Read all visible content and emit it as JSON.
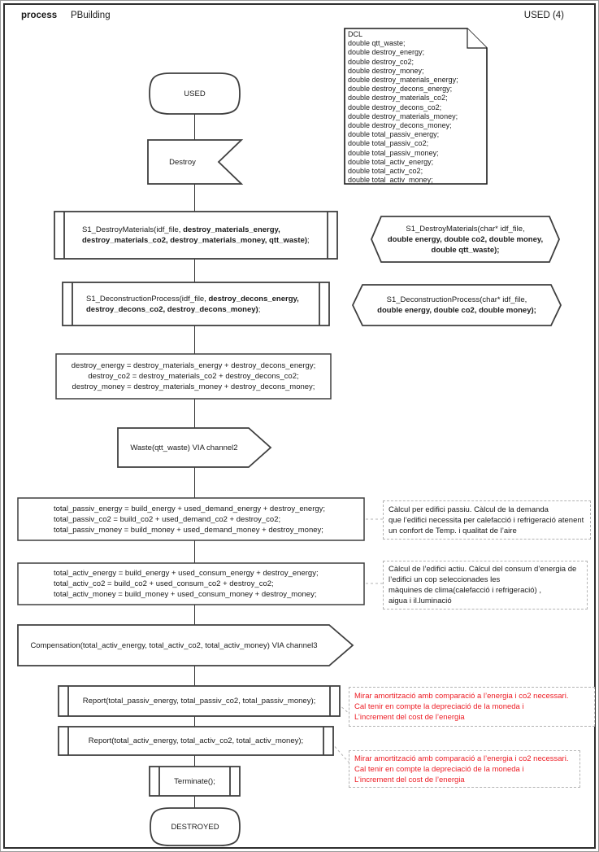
{
  "header": {
    "kind_label": "process",
    "process_name": "PBuilding",
    "page_ref": "USED (4)"
  },
  "colors": {
    "shape_outline": "#3f3f3f",
    "text": "#1a1a1a",
    "annotation_red": "#ed1c24",
    "comment_border": "#b3b3b3",
    "background": "#ffffff"
  },
  "dcl_note": {
    "lines": [
      "DCL",
      "double qtt_waste;",
      "double destroy_energy;",
      "double destroy_co2;",
      "double destroy_money;",
      "double destroy_materials_energy;",
      "double destroy_decons_energy;",
      "double destroy_materials_co2;",
      "double destroy_decons_co2;",
      "double destroy_materials_money;",
      "double destroy_decons_money;",
      "double total_passiv_energy;",
      "double total_passiv_co2;",
      "double total_passiv_money;",
      "double total_activ_energy;",
      "double total_activ_co2;",
      "double total_activ_money;"
    ]
  },
  "flow": {
    "used_state": {
      "label": "USED"
    },
    "destroy_input": {
      "label": "Destroy"
    },
    "call_destroy_materials": {
      "lines": [
        {
          "segments": [
            {
              "text": "S1_DestroyMaterials(idf_file, "
            },
            {
              "text": "destroy_materials_energy,",
              "bold": true
            }
          ]
        },
        {
          "segments": [
            {
              "text": "destroy_materials_co2, destroy_materials_money, qtt_waste)",
              "bold": true
            },
            {
              "text": ";"
            }
          ]
        }
      ]
    },
    "decl_destroy_materials": {
      "lines": [
        "S1_DestroyMaterials(char* idf_file,",
        {
          "text": "double energy, double co2, double money,",
          "bold": true
        },
        {
          "text": "double qtt_waste);",
          "bold": true
        }
      ]
    },
    "call_deconstruction": {
      "lines": [
        {
          "segments": [
            {
              "text": "S1_DeconstructionProcess(idf_file, "
            },
            {
              "text": "destroy_decons_energy,",
              "bold": true
            }
          ]
        },
        {
          "segments": [
            {
              "text": "destroy_decons_co2, destroy_decons_money)",
              "bold": true
            },
            {
              "text": ";"
            }
          ]
        }
      ]
    },
    "decl_deconstruction": {
      "lines": [
        "S1_DeconstructionProcess(char* idf_file,",
        {
          "text": "double energy, double co2, double money);",
          "bold": true
        }
      ]
    },
    "task_destroy_totals": {
      "lines": [
        "destroy_energy = destroy_materials_energy + destroy_decons_energy;",
        "destroy_co2 = destroy_materials_co2 + destroy_decons_co2;",
        "destroy_money = destroy_materials_money + destroy_decons_money;"
      ]
    },
    "output_waste": {
      "label": "Waste(qtt_waste) VIA channel2"
    },
    "task_total_passiv": {
      "lines": [
        "total_passiv_energy = build_energy + used_demand_energy + destroy_energy;",
        "total_passiv_co2 = build_co2 + used_demand_co2 + destroy_co2;",
        "total_passiv_money =  build_money + used_demand_money + destroy_money;"
      ]
    },
    "comment_passiv": {
      "lines": [
        "Càlcul per edifici passiu. Càlcul de la demanda",
        "que l’edifici necessita per calefacció i refrigeració atenent",
        "un confort de Temp.  i qualitat de l’aire"
      ]
    },
    "task_total_activ": {
      "lines": [
        "total_activ_energy = build_energy + used_consum_energy + destroy_energy;",
        "total_activ_co2 =  build_co2 + used_consum_co2 + destroy_co2;",
        "total_activ_money = build_money + used_consum_money + destroy_money;"
      ]
    },
    "comment_activ": {
      "lines": [
        "Càlcul de l’edifici actiu. Càlcul del consum d’energia de",
        "l’edifici un cop seleccionades les",
        "màquines de clima(calefacció i refrigeració) ,",
        "aigua i il.luminació"
      ]
    },
    "output_compensation": {
      "label": "Compensation(total_activ_energy, total_activ_co2, total_activ_money) VIA channel3"
    },
    "call_report_passiv": {
      "label": "Report(total_passiv_energy, total_passiv_co2, total_passiv_money);"
    },
    "comment_report_passiv": {
      "lines": [
        "Mirar amortització amb comparació a l’energia i co2 necessari.",
        "Cal tenir en compte la depreciació de la moneda i",
        "L’increment del cost de l’energia"
      ]
    },
    "call_report_activ": {
      "label": "Report(total_activ_energy, total_activ_co2, total_activ_money);"
    },
    "comment_report_activ": {
      "lines": [
        "Mirar amortització amb comparació a l’energia i co2 necessari.",
        "Cal tenir en compte la depreciació de la moneda i",
        "L’increment del cost de l’energia"
      ]
    },
    "call_terminate": {
      "label": "Terminate();"
    },
    "destroyed_state": {
      "label": "DESTROYED"
    }
  }
}
